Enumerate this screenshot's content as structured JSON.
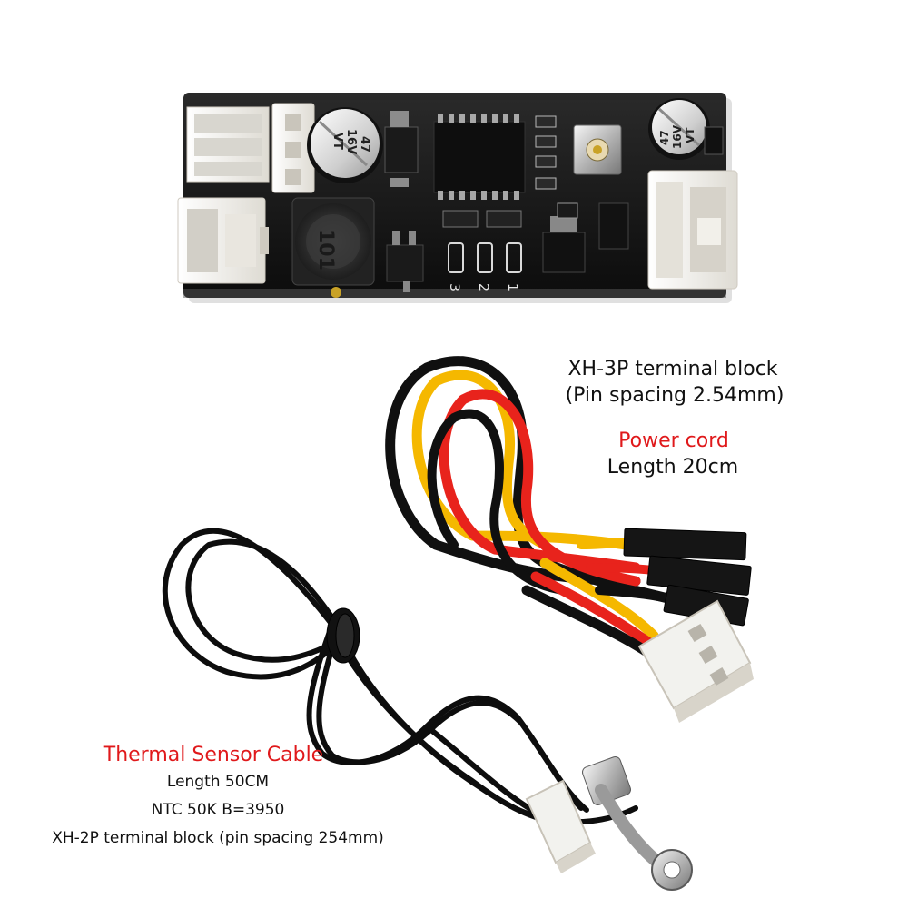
{
  "board": {
    "cap_left": {
      "value": "47",
      "voltage": "16V",
      "series": "VT"
    },
    "cap_right": {
      "value": "47",
      "voltage": "16V",
      "series": "VT"
    },
    "inductor_marking": "101",
    "led_labels": [
      "3",
      "2",
      "1"
    ]
  },
  "power_cable": {
    "connector_label": "XH-3P terminal block",
    "pin_spacing": "(Pin spacing 2.54mm)",
    "title": "Power cord",
    "length": "Length 20cm"
  },
  "sensor_cable": {
    "title": "Thermal Sensor Cable",
    "length": "Length 50CM",
    "ntc": "NTC 50K B=3950",
    "connector": "XH-2P terminal block (pin spacing 254mm)"
  },
  "colors": {
    "pcb": "#141414",
    "wire_red": "#e8231c",
    "wire_yellow": "#f5b800",
    "wire_black": "#101010",
    "connector": "#f2f2ee",
    "label_red": "#e0191b"
  }
}
